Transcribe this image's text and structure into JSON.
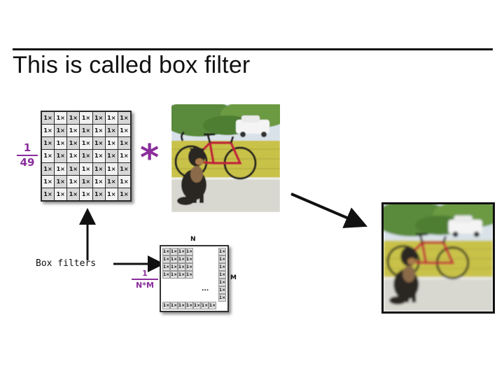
{
  "slide": {
    "title": "This is called box filter",
    "box_label": "Box filters"
  },
  "kernel7": {
    "frac_num": "1",
    "frac_den": "49",
    "cell_text": "1×",
    "rows": 7,
    "cols": 7
  },
  "operator": "*",
  "kernelNM": {
    "frac_num": "1",
    "frac_den": "N*M",
    "cell_text": "1×",
    "dim_n": "N",
    "dim_m": "M",
    "ellipsis": "..."
  },
  "colors": {
    "accent": "#8a2d9c",
    "wall": "#c9c24a",
    "foliage": "#5a8a3a",
    "sky": "#d9e2e8",
    "floor": "#d8d8d0",
    "bike": "#c0203a",
    "dog": "#2a2622"
  },
  "images": {
    "input": "photo-dog-bicycle",
    "output": "photo-dog-bicycle-blurred"
  }
}
